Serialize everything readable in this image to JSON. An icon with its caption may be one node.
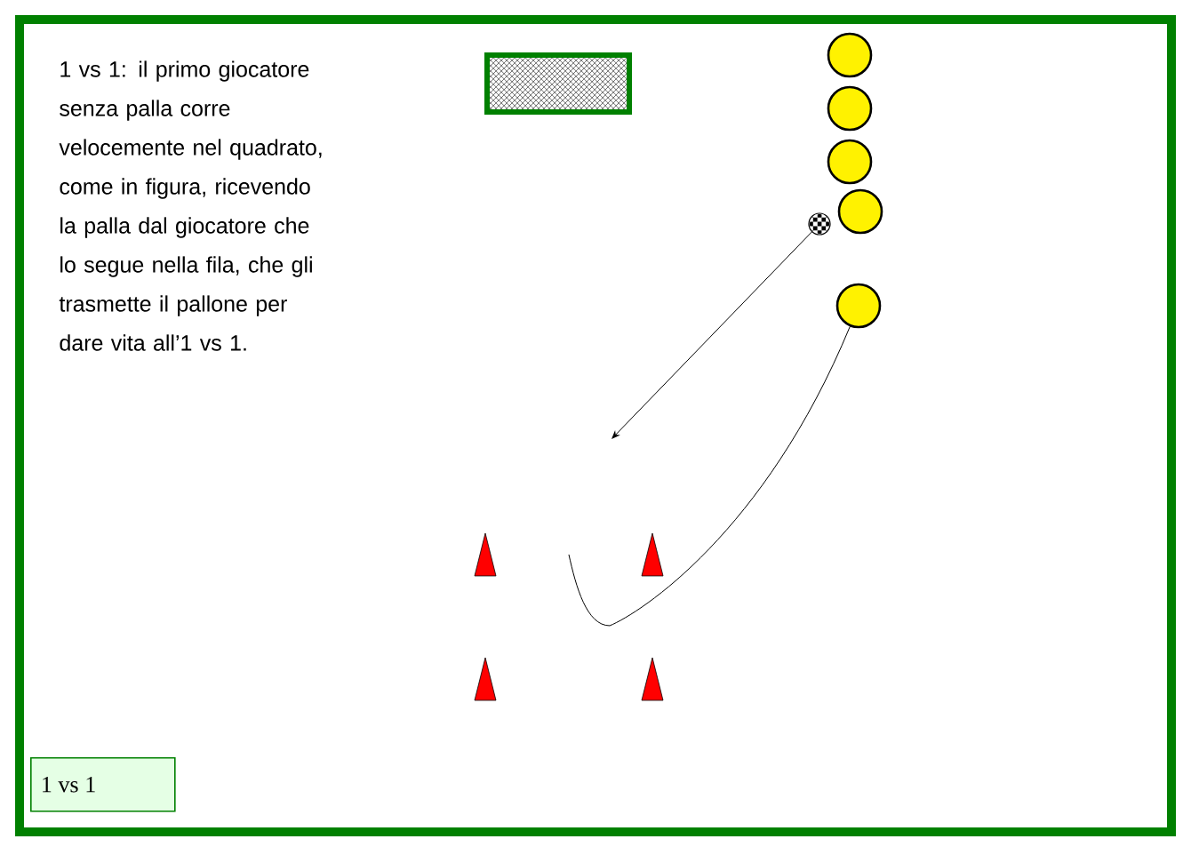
{
  "diagram": {
    "nodes": [
      {
        "text": [
          "1 vs 1"
        ]
      },
      {
        "text": [],
        "shape": "circle"
      },
      {
        "text": [],
        "shape": "circle"
      },
      {
        "text": [],
        "shape": "circle"
      },
      {
        "text": [],
        "shape": "circle"
      },
      {
        "text": [],
        "shape": "circle"
      },
      {
        "text": [],
        "shape": "circle"
      }
    ],
    "edges": [
      {
        "from": 5,
        "to": null,
        "arrow": "to"
      },
      {
        "from": 6,
        "to": null,
        "arrow": "none"
      }
    ],
    "labels": [
      "1 vs 1: il primo giocatore senza palla corre velocemente nel quadrato, come in figura, ricevendo la palla dal giocatore che lo segue nella fila, che gli trasmette il pallone per dare vita all’1 vs 1."
    ]
  }
}
